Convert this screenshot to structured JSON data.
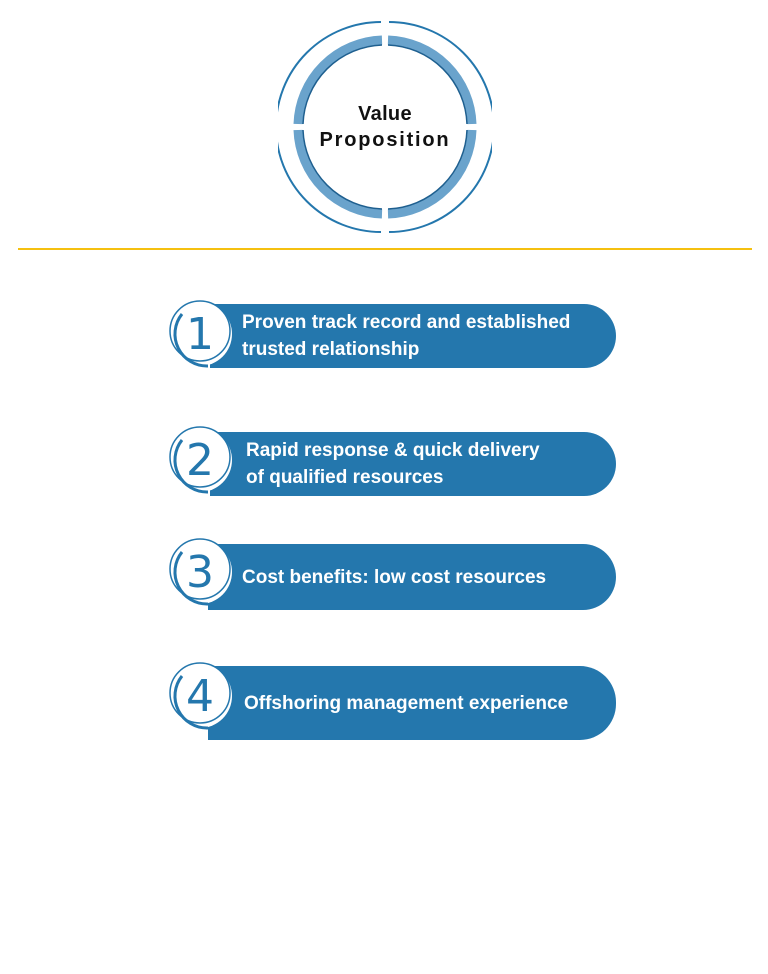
{
  "title": {
    "line1": "Value",
    "line2": "Proposition"
  },
  "colors": {
    "accent_blue": "#2477ad",
    "ring_blue": "#6aa3cc",
    "divider_yellow": "#f5c010",
    "text_dark": "#111111"
  },
  "items": [
    {
      "number": "1",
      "text": "Proven track record and established\ntrusted relationship"
    },
    {
      "number": "2",
      "text": "Rapid response & quick delivery\nof qualified resources"
    },
    {
      "number": "3",
      "text": "Cost benefits: low cost resources"
    },
    {
      "number": "4",
      "text": "Offshoring management experience"
    }
  ]
}
